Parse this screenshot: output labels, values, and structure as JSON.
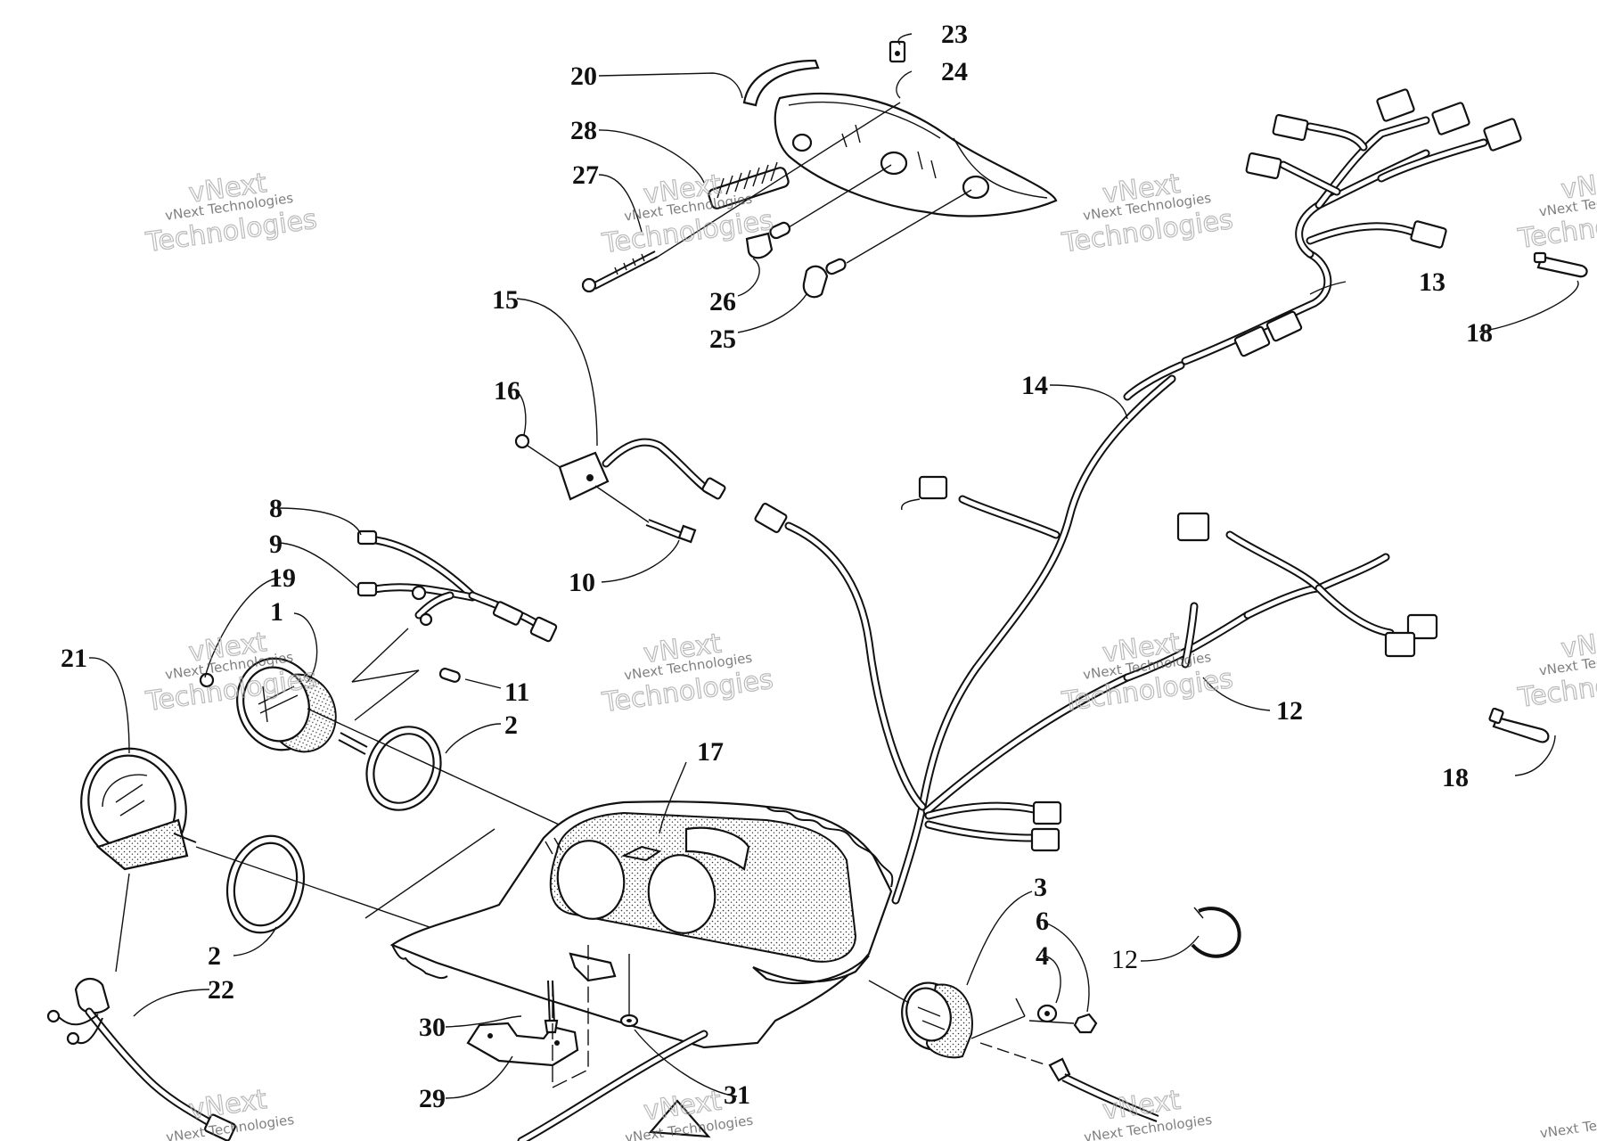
{
  "diagram": {
    "callouts": [
      {
        "id": "c1",
        "text": "1"
      },
      {
        "id": "c2a",
        "text": "2"
      },
      {
        "id": "c2b",
        "text": "2"
      },
      {
        "id": "c3",
        "text": "3"
      },
      {
        "id": "c4",
        "text": "4"
      },
      {
        "id": "c6",
        "text": "6"
      },
      {
        "id": "c8",
        "text": "8"
      },
      {
        "id": "c9",
        "text": "9"
      },
      {
        "id": "c10",
        "text": "10"
      },
      {
        "id": "c11",
        "text": "11"
      },
      {
        "id": "c12a",
        "text": "12"
      },
      {
        "id": "c12b",
        "text": "12"
      },
      {
        "id": "c13",
        "text": "13"
      },
      {
        "id": "c14",
        "text": "14"
      },
      {
        "id": "c15",
        "text": "15"
      },
      {
        "id": "c16",
        "text": "16"
      },
      {
        "id": "c17",
        "text": "17"
      },
      {
        "id": "c18a",
        "text": "18"
      },
      {
        "id": "c18b",
        "text": "18"
      },
      {
        "id": "c19",
        "text": "19"
      },
      {
        "id": "c20",
        "text": "20"
      },
      {
        "id": "c21",
        "text": "21"
      },
      {
        "id": "c22",
        "text": "22"
      },
      {
        "id": "c23",
        "text": "23"
      },
      {
        "id": "c24",
        "text": "24"
      },
      {
        "id": "c25",
        "text": "25"
      },
      {
        "id": "c26",
        "text": "26"
      },
      {
        "id": "c27",
        "text": "27"
      },
      {
        "id": "c28",
        "text": "28"
      },
      {
        "id": "c29",
        "text": "29"
      },
      {
        "id": "c30",
        "text": "30"
      },
      {
        "id": "c31",
        "text": "31"
      }
    ],
    "watermark": {
      "small": "vNext Technologies",
      "line1": "vNext",
      "line2": "Technologies"
    }
  }
}
